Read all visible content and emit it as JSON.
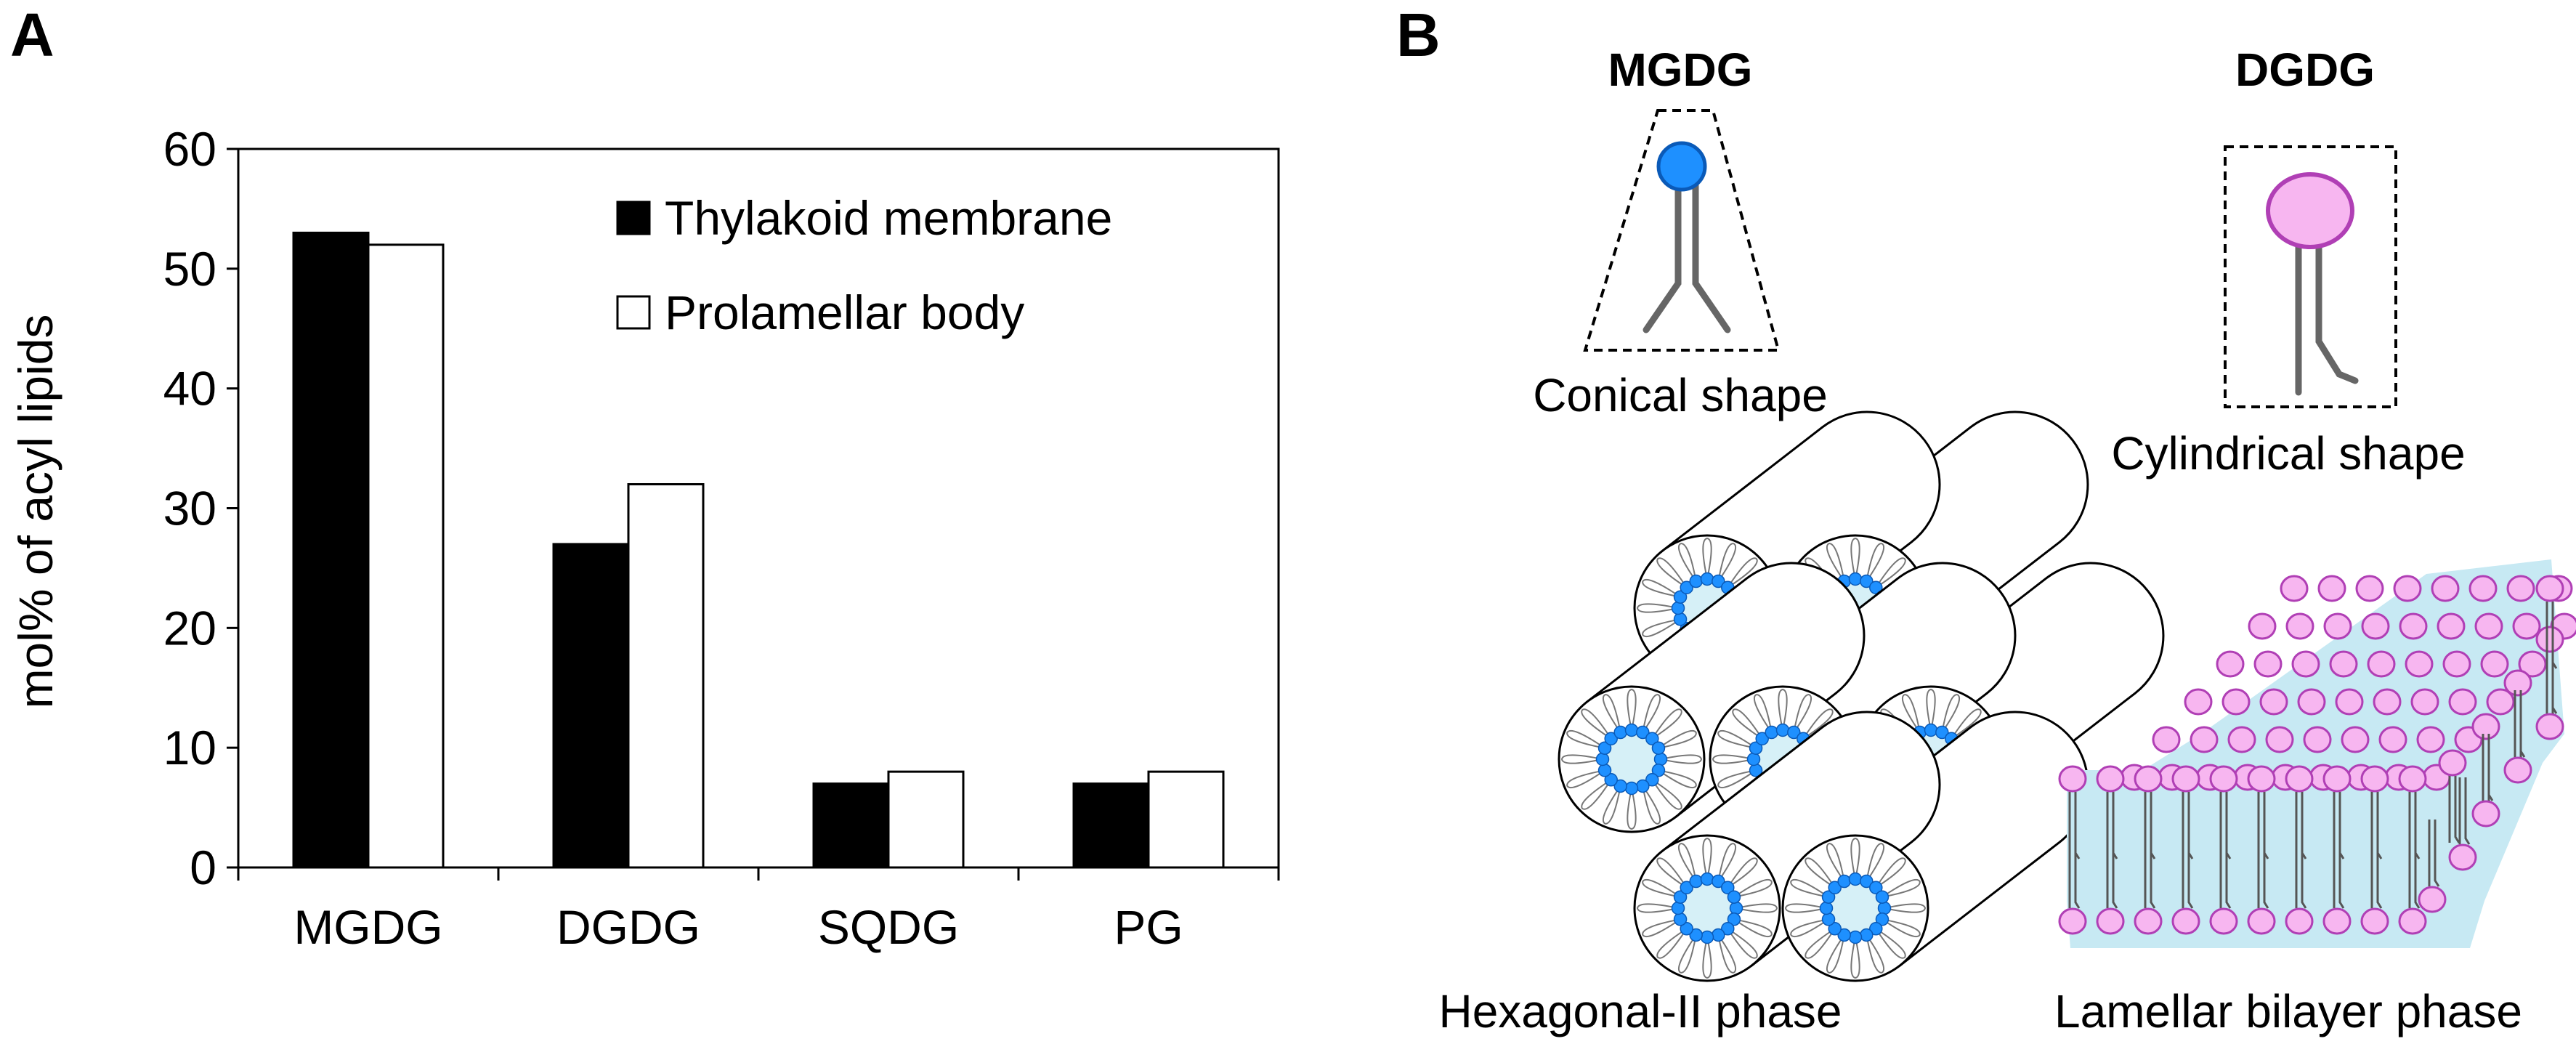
{
  "panels": {
    "a": "A",
    "b": "B"
  },
  "chart_data": {
    "type": "bar",
    "categories": [
      "MGDG",
      "DGDG",
      "SQDG",
      "PG"
    ],
    "series": [
      {
        "name": "Thylakoid membrane",
        "values": [
          53,
          27,
          7,
          7
        ],
        "color": "#000000"
      },
      {
        "name": "Prolamellar body",
        "values": [
          52,
          32,
          8,
          8
        ],
        "color": "#ffffff"
      }
    ],
    "ylabel": "mol% of acyl lipids",
    "xlabel": "",
    "ylim": [
      0,
      60
    ],
    "yticks": [
      0,
      10,
      20,
      30,
      40,
      50,
      60
    ],
    "legend_position": "top-right",
    "grid": false
  },
  "diagram": {
    "mgdg_title": "MGDG",
    "dgdg_title": "DGDG",
    "mgdg_shape": "Conical shape",
    "dgdg_shape": "Cylindrical shape",
    "hexagonal_phase": "Hexagonal-II phase",
    "lamellar_phase": "Lamellar bilayer phase",
    "colors": {
      "mgdg_head": "#1e90ff",
      "dgdg_head": "#f7b6f0",
      "dgdg_head_stroke": "#b03fb5",
      "core_fill": "#d6f0f7",
      "bilayer_bg": "#c7e9f3"
    }
  }
}
